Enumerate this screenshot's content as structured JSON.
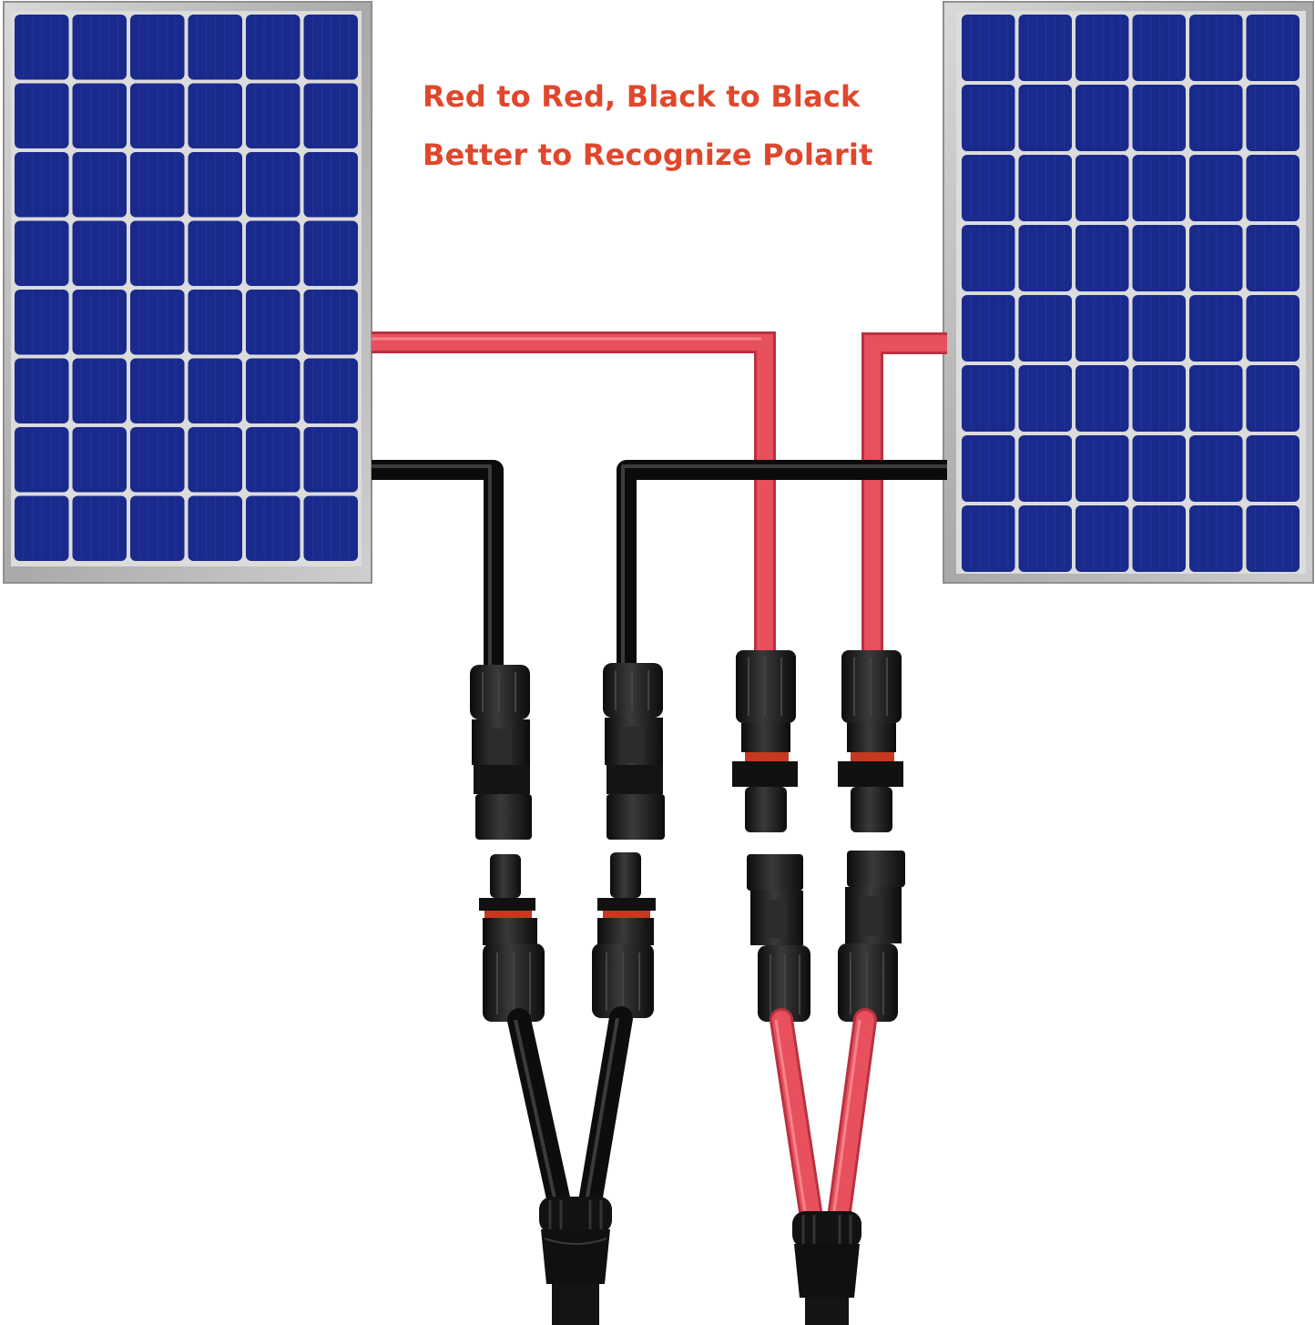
{
  "caption": {
    "line1": "Red to Red, Black to Black",
    "line2": "Better to Recognize Polarit"
  },
  "colors": {
    "caption_text": "#e0472c",
    "red_cable": "#e8505e",
    "red_cable_shade": "#b8323f",
    "black_cable": "#1c1c1c",
    "panel_frame": "#b9b9b9",
    "panel_cell": "#1a2a8c",
    "panel_cell_dark": "#17207a",
    "panel_grid": "#dcdcdc",
    "connector": "#1a1a1a",
    "connector_ring": "#d4401f",
    "background": "#ffffff"
  },
  "panels": {
    "left": {
      "cell_columns": 6,
      "cell_rows": 8,
      "icon": "solar-panel"
    },
    "right": {
      "cell_columns": 6,
      "cell_rows": 8,
      "icon": "solar-panel"
    }
  },
  "connectors": {
    "upper_count": 4,
    "lower_count": 4,
    "type": "MC4"
  },
  "branch_cables": [
    "black-y-branch",
    "red-y-branch"
  ]
}
